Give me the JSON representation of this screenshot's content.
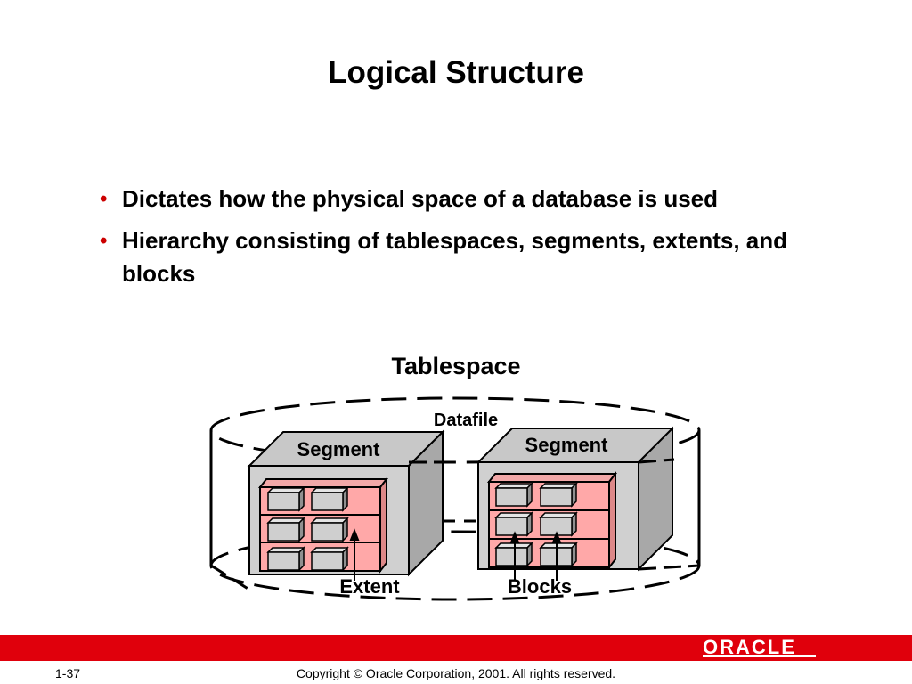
{
  "slide": {
    "title": "Logical Structure",
    "bullets": [
      "Dictates how the physical space of a database is used",
      "Hierarchy consisting of tablespaces, segments, extents, and blocks"
    ]
  },
  "diagram": {
    "tablespace_label": "Tablespace",
    "datafile_label": "Datafile",
    "segment_left_label": "Segment",
    "segment_right_label": "Segment",
    "extent_label": "Extent",
    "blocks_label": "Blocks"
  },
  "footer": {
    "page_number": "1-37",
    "copyright": "Copyright © Oracle Corporation, 2001. All rights reserved.",
    "logo_text": "ORACLE",
    "bar_color": "#e0000c"
  }
}
